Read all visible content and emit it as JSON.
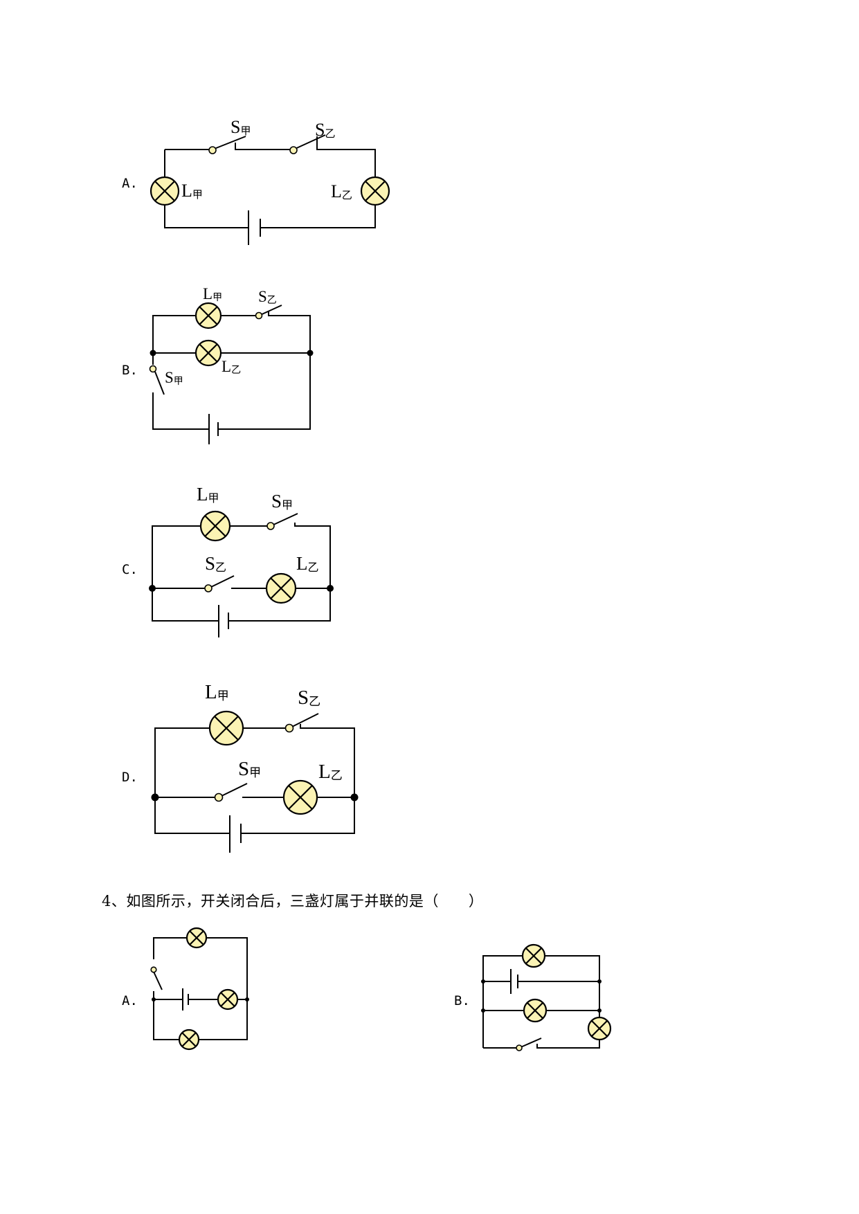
{
  "options_q3": {
    "a": {
      "letter": "A.",
      "switch_1": "S",
      "switch_1_sub": "甲",
      "switch_2": "S",
      "switch_2_sub": "乙",
      "lamp_1": "L",
      "lamp_1_sub": "甲",
      "lamp_2": "L",
      "lamp_2_sub": "乙"
    },
    "b": {
      "letter": "B.",
      "lamp_1": "L",
      "lamp_1_sub": "甲",
      "switch_2": "S",
      "switch_2_sub": "乙",
      "lamp_2": "L",
      "lamp_2_sub": "乙",
      "switch_1": "S",
      "switch_1_sub": "甲"
    },
    "c": {
      "letter": "C.",
      "lamp_1": "L",
      "lamp_1_sub": "甲",
      "switch_1": "S",
      "switch_1_sub": "甲",
      "switch_2": "S",
      "switch_2_sub": "乙",
      "lamp_2": "L",
      "lamp_2_sub": "乙"
    },
    "d": {
      "letter": "D.",
      "lamp_1": "L",
      "lamp_1_sub": "甲",
      "switch_2": "S",
      "switch_2_sub": "乙",
      "switch_1": "S",
      "switch_1_sub": "甲",
      "lamp_2": "L",
      "lamp_2_sub": "乙"
    }
  },
  "question_4": {
    "text": "4、如图所示，开关闭合后，三盏灯属于并联的是（　　）",
    "option_a": "A.",
    "option_b": "B."
  }
}
